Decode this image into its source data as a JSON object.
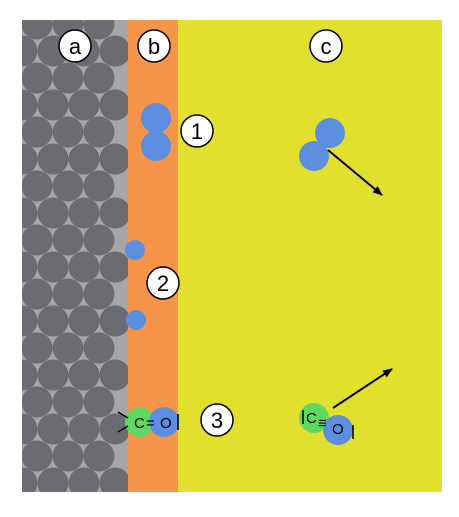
{
  "labels": {
    "zone_a": "a",
    "zone_b": "b",
    "zone_c": "c",
    "step_1": "1",
    "step_2": "2",
    "step_3": "3"
  },
  "molecules": {
    "adsorbed_co": {
      "carbon": "C",
      "bond": "=",
      "oxygen": "O"
    },
    "free_co": {
      "carbon": "C",
      "bond": "≡",
      "oxygen": "O"
    }
  },
  "colors": {
    "surface_bg": "#a6a6a8",
    "surface_atom": "#6b6b72",
    "adsorbate_layer": "#f6944a",
    "gas_phase": "#e2e02e",
    "atom_blue": "#5c8fe0",
    "atom_green": "#60d860",
    "label_fill": "#ffffff",
    "ink": "#000000"
  }
}
